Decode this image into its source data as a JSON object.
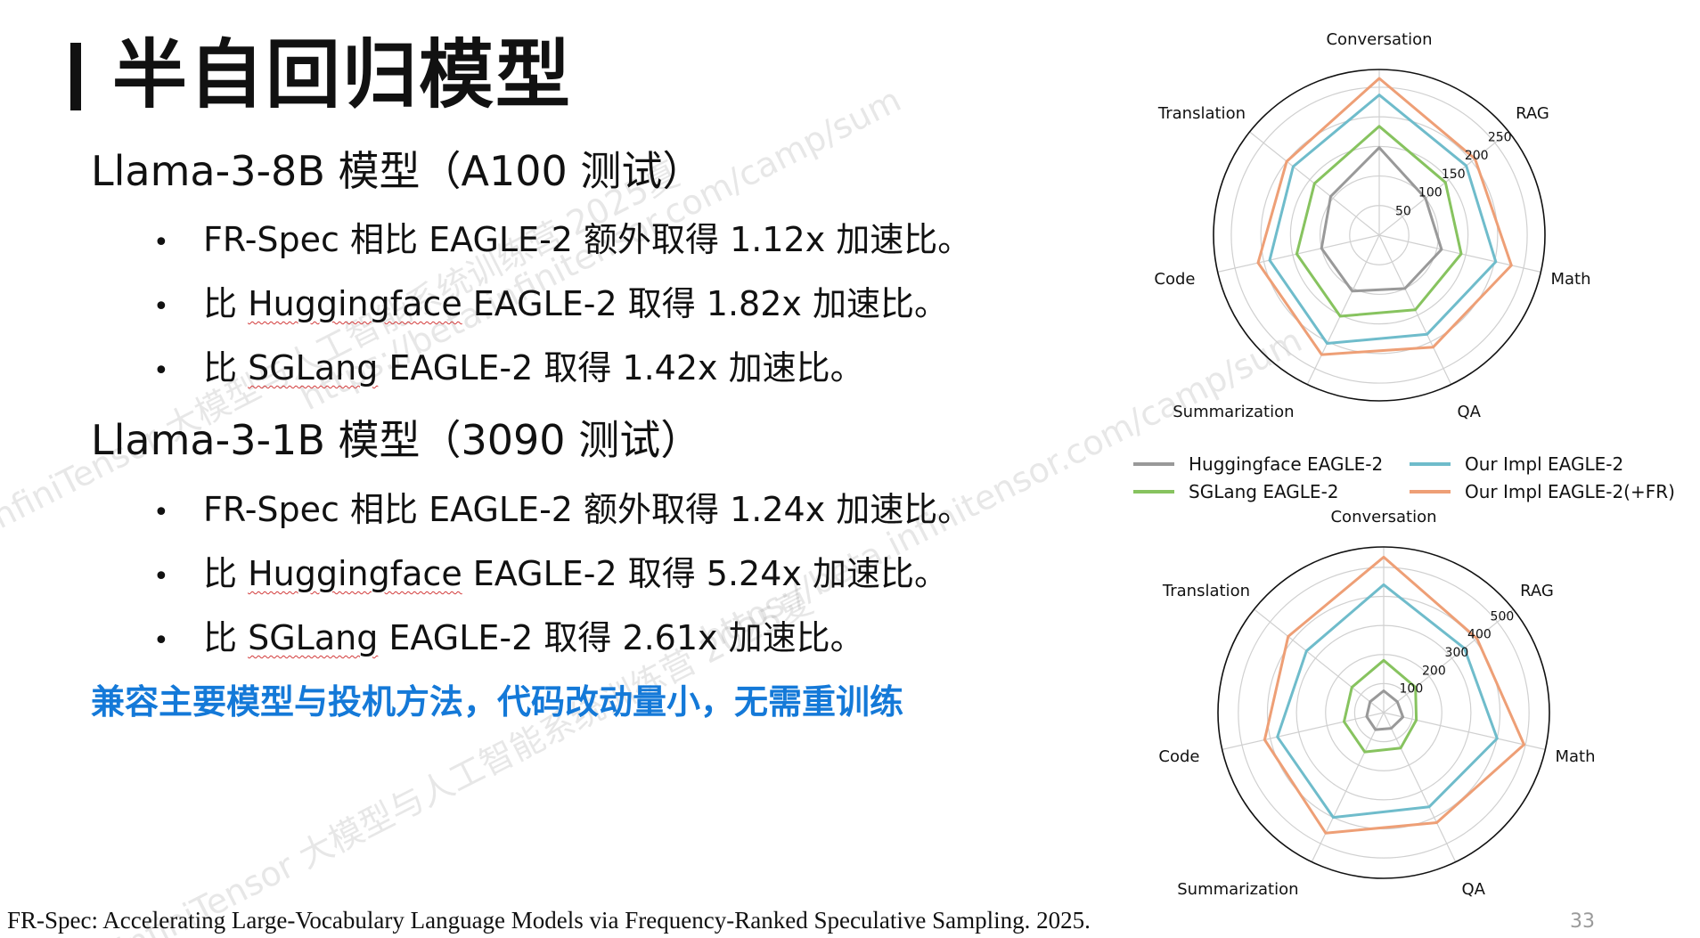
{
  "slide": {
    "title": "半自回归模型",
    "sections": [
      {
        "heading": "Llama-3-8B 模型（A100 测试）",
        "bullets": [
          {
            "prefix": "FR-Spec 相比 EAGLE-2 额外取得 1.12x 加速比。",
            "term": "",
            "suffix": ""
          },
          {
            "prefix": "比 ",
            "term": "Huggingface",
            "suffix": " EAGLE-2 取得 1.82x 加速比。"
          },
          {
            "prefix": "比 ",
            "term": "SGLang",
            "suffix": " EAGLE-2 取得 1.42x 加速比。"
          }
        ]
      },
      {
        "heading": "Llama-3-1B 模型（3090 测试）",
        "bullets": [
          {
            "prefix": "FR-Spec 相比 EAGLE-2 额外取得 1.24x 加速比。",
            "term": "",
            "suffix": ""
          },
          {
            "prefix": "比 ",
            "term": "Huggingface",
            "suffix": " EAGLE-2 取得 5.24x 加速比。"
          },
          {
            "prefix": "比 ",
            "term": "SGLang",
            "suffix": " EAGLE-2 取得 2.61x 加速比。"
          }
        ]
      }
    ],
    "bullet_glyph": "•",
    "highlight": "兼容主要模型与投机方法，代码改动量小，无需重训练",
    "citation": "FR-Spec: Accelerating Large-Vocabulary Language Models via Frequency-Ranked Speculative Sampling. 2025.",
    "page_number": "33",
    "watermarks": [
      "https://beta.infinitensor.com/camp/sum",
      "InfiniTensor 大模型与人工智能系统训练营 2025夏"
    ]
  },
  "chart_data": [
    {
      "type": "radar",
      "axes": [
        "Conversation",
        "RAG",
        "Math",
        "QA",
        "Summarization",
        "Code",
        "Translation"
      ],
      "ticks": [
        50,
        100,
        150,
        200,
        250
      ],
      "rlim": [
        0,
        280
      ],
      "grid": true,
      "series": [
        {
          "name": "Huggingface EAGLE-2",
          "color": "#999999",
          "values": [
            148,
            100,
            108,
            100,
            105,
            100,
            105
          ]
        },
        {
          "name": "SGLang EAGLE-2",
          "color": "#87c35f",
          "values": [
            184,
            143,
            142,
            140,
            152,
            143,
            140
          ]
        },
        {
          "name": "Our Impl EAGLE-2",
          "color": "#6fbccb",
          "values": [
            237,
            188,
            202,
            186,
            203,
            190,
            186
          ]
        },
        {
          "name": "Our Impl EAGLE-2(+FR)",
          "color": "#ee9f76",
          "values": [
            265,
            207,
            229,
            210,
            224,
            210,
            200
          ]
        }
      ]
    },
    {
      "type": "radar",
      "axes": [
        "Conversation",
        "RAG",
        "Math",
        "QA",
        "Summarization",
        "Code",
        "Translation"
      ],
      "ticks": [
        100,
        200,
        300,
        400,
        500
      ],
      "rlim": [
        0,
        570
      ],
      "grid": true,
      "series": [
        {
          "name": "Huggingface EAGLE-2",
          "color": "#999999",
          "values": [
            75,
            60,
            68,
            60,
            65,
            60,
            60
          ]
        },
        {
          "name": "SGLang EAGLE-2",
          "color": "#87c35f",
          "values": [
            180,
            140,
            115,
            135,
            150,
            140,
            140
          ]
        },
        {
          "name": "Our Impl EAGLE-2",
          "color": "#6fbccb",
          "values": [
            440,
            355,
            400,
            360,
            400,
            375,
            340
          ]
        },
        {
          "name": "Our Impl EAGLE-2(+FR)",
          "color": "#ee9f76",
          "values": [
            535,
            410,
            495,
            420,
            460,
            420,
            420
          ]
        }
      ]
    }
  ],
  "legend": {
    "position": "between-charts",
    "entries": [
      {
        "label": "Huggingface EAGLE-2",
        "color": "#999999"
      },
      {
        "label": "SGLang EAGLE-2",
        "color": "#87c35f"
      },
      {
        "label": "Our Impl EAGLE-2",
        "color": "#6fbccb"
      },
      {
        "label": "Our Impl EAGLE-2(+FR)",
        "color": "#ee9f76"
      }
    ]
  }
}
